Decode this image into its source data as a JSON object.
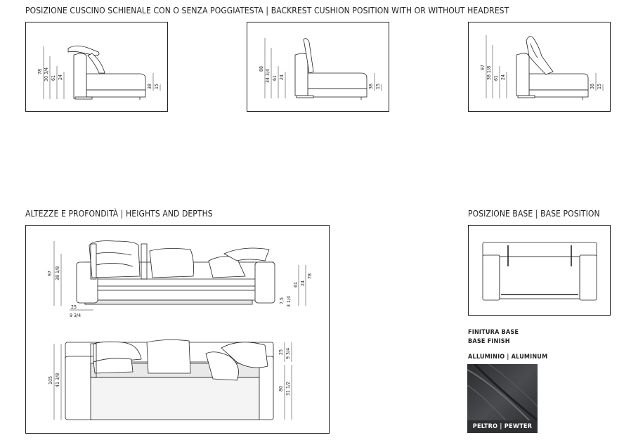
{
  "backrest": {
    "heading": "POSIZIONE CUSCINO SCHIENALE CON O SENZA POGGIATESTA  |  BACKREST CUSHION POSITION WITH OR WITHOUT HEADREST",
    "views": [
      {
        "dims": [
          "78",
          "30 3/4",
          "61",
          "24",
          "38",
          "15"
        ]
      },
      {
        "dims": [
          "88",
          "34 3/4",
          "61",
          "24",
          "38",
          "15"
        ]
      },
      {
        "dims": [
          "97",
          "38 1/8",
          "61",
          "24",
          "38",
          "15"
        ]
      }
    ]
  },
  "heights": {
    "heading": "ALTEZZE E PROFONDITÀ  |  HEIGHTS AND DEPTHS",
    "front_dims": [
      "97",
      "38 1/8",
      "25",
      "9 3/4",
      "7,5",
      "3 1/4",
      "61",
      "24",
      "78"
    ],
    "top_dims": [
      "105",
      "41 3/8",
      "25",
      "9 3/4",
      "80",
      "31 1/2"
    ]
  },
  "base_position": {
    "heading": "POSIZIONE BASE  |  BASE POSITION"
  },
  "finish": {
    "title_it": "FINITURA BASE",
    "title_en": "BASE FINISH",
    "material": "ALLUMINIO | ALUMINUM",
    "swatch_label": "PELTRO | PEWTER",
    "swatch_color": "#3a3b3d"
  }
}
